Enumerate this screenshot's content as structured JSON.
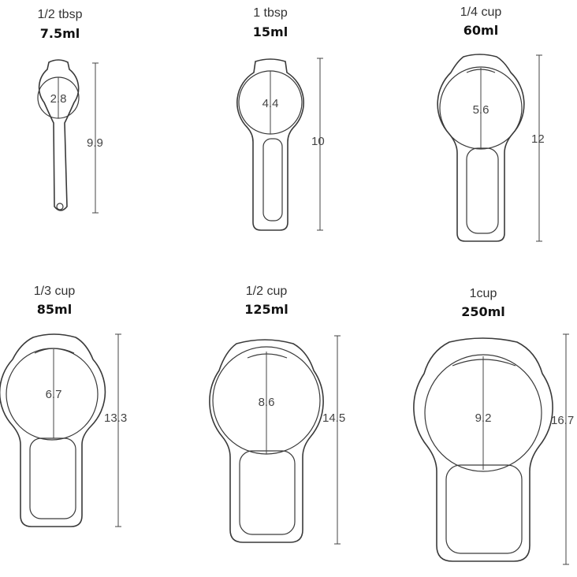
{
  "spoons": [
    {
      "unit": "1/2 tbsp",
      "volume": "7.5ml",
      "diameter": "2.8",
      "length": "9.9"
    },
    {
      "unit": "1 tbsp",
      "volume": "15ml",
      "diameter": "4.4",
      "length": "10"
    },
    {
      "unit": "1/4 cup",
      "volume": "60ml",
      "diameter": "5.6",
      "length": "12"
    },
    {
      "unit": "1/3 cup",
      "volume": "85ml",
      "diameter": "6.7",
      "length": "13.3"
    },
    {
      "unit": "1/2 cup",
      "volume": "125ml",
      "diameter": "8.6",
      "length": "14.5"
    },
    {
      "unit": "1cup",
      "volume": "250ml",
      "diameter": "9.2",
      "length": "16.7"
    }
  ]
}
